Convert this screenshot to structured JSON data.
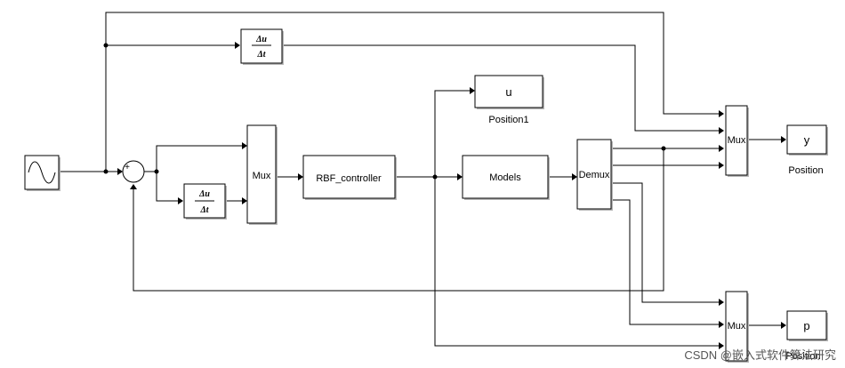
{
  "blocks": {
    "source": {
      "kind": "sine-wave"
    },
    "sum": {
      "plus": "+",
      "minus": "_"
    },
    "derivative_top": {
      "num": "Δu",
      "den": "Δt"
    },
    "derivative_mid": {
      "num": "Δu",
      "den": "Δt"
    },
    "mux_in": {
      "label": "Mux"
    },
    "controller": {
      "label": "RBF_controller"
    },
    "scope_u": {
      "label": "u",
      "caption": "Position1"
    },
    "models": {
      "label": "Models"
    },
    "demux": {
      "label": "Demux"
    },
    "mux_top": {
      "label": "Mux"
    },
    "mux_bottom": {
      "label": "Mux"
    },
    "out_y": {
      "label": "y",
      "caption": "Position"
    },
    "out_p": {
      "label": "p",
      "caption": "Position"
    }
  },
  "watermark": "CSDN @嵌入式软件算法研究"
}
